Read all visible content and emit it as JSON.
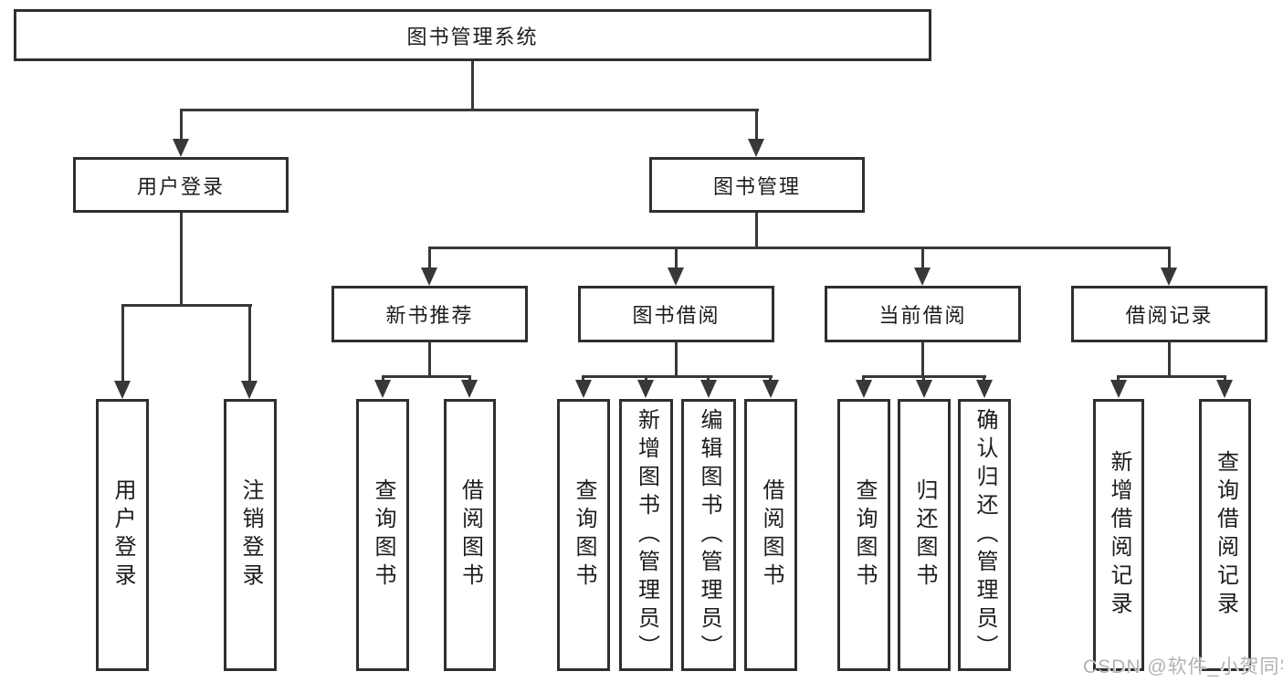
{
  "tree": {
    "root": {
      "label": "图书管理系统"
    },
    "level2": [
      {
        "label": "用户登录"
      },
      {
        "label": "图书管理"
      }
    ],
    "level3": [
      {
        "label": "新书推荐"
      },
      {
        "label": "图书借阅"
      },
      {
        "label": "当前借阅"
      },
      {
        "label": "借阅记录"
      }
    ],
    "leaves": [
      {
        "label": "用户登录"
      },
      {
        "label": "注销登录"
      },
      {
        "label": "查询图书"
      },
      {
        "label": "借阅图书"
      },
      {
        "label": "查询图书"
      },
      {
        "label": "新增图书（管理员）"
      },
      {
        "label": "编辑图书（管理员）"
      },
      {
        "label": "借阅图书"
      },
      {
        "label": "查询图书"
      },
      {
        "label": "归还图书"
      },
      {
        "label": "确认归还（管理员）"
      },
      {
        "label": "新增借阅记录"
      },
      {
        "label": "查询借阅记录"
      }
    ]
  },
  "watermark": {
    "text": "CSDN @软件_小贺同学",
    "color": "#b2b2b2"
  },
  "colors": {
    "line": "#383838",
    "border": "#2f2f2f",
    "text": "#1c1c1c",
    "background": "#ffffff"
  }
}
